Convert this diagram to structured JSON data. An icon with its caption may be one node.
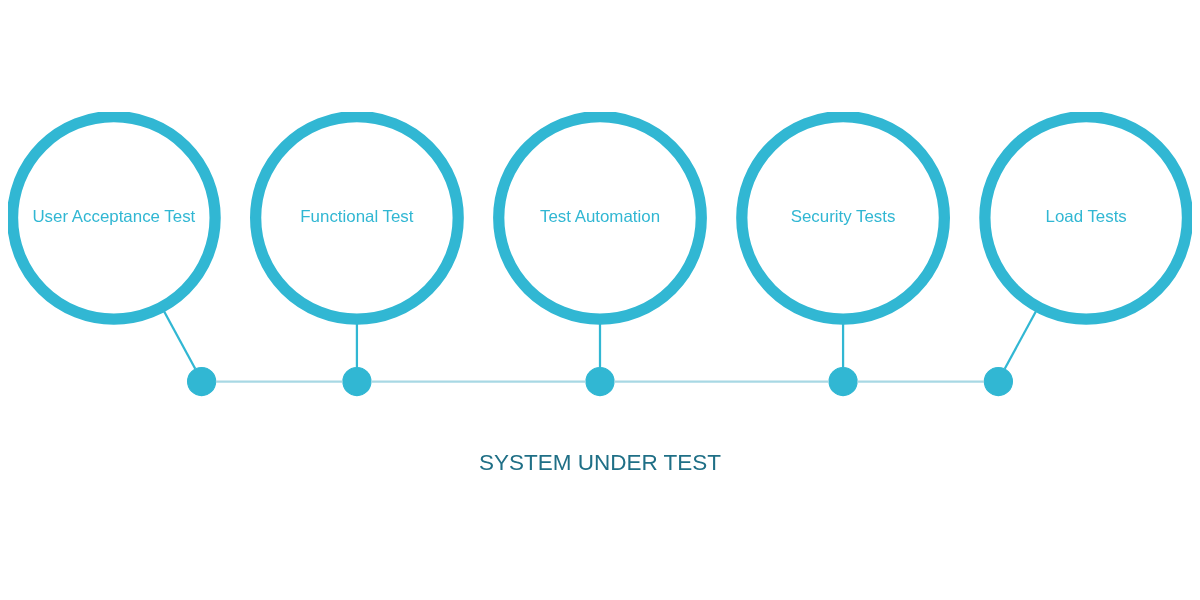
{
  "diagram": {
    "nodes": [
      {
        "text": [
          "Test Automation"
        ]
      },
      {
        "text": [
          "Functional Test"
        ]
      },
      {
        "text": [
          "Security Tests"
        ]
      },
      {
        "text": [
          "User Acceptance Test"
        ]
      },
      {
        "text": [
          "Load Tests"
        ]
      },
      {
        "text": [],
        "shape": "circle"
      },
      {
        "text": [],
        "shape": "circle"
      },
      {
        "text": [],
        "shape": "circle"
      },
      {
        "text": [],
        "shape": "circle"
      },
      {
        "text": [],
        "shape": "circle"
      }
    ],
    "edges": [
      {
        "from": 3,
        "to": 5,
        "arrow": "none"
      },
      {
        "from": 1,
        "to": 6,
        "arrow": "none"
      },
      {
        "from": 0,
        "to": 7,
        "arrow": "none"
      },
      {
        "from": 2,
        "to": 8,
        "arrow": "none"
      },
      {
        "from": 4,
        "to": 9,
        "arrow": "none"
      },
      {
        "from": 5,
        "to": 6,
        "arrow": "none",
        "color": "#a8d8e4"
      },
      {
        "from": 6,
        "to": 7,
        "arrow": "none",
        "color": "#a8d8e4"
      },
      {
        "from": 7,
        "to": 8,
        "arrow": "none",
        "color": "#a8d8e4"
      },
      {
        "from": 8,
        "to": 9,
        "arrow": "none",
        "color": "#a8d8e4"
      }
    ],
    "labels": [
      "SYSTEM UNDER TEST"
    ]
  }
}
